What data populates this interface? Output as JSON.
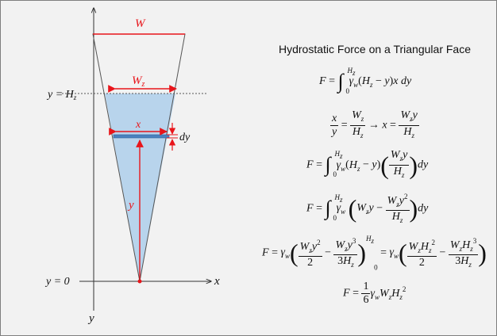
{
  "title": "Hydrostatic Force on a Triangular Face",
  "labels": {
    "W": "W",
    "Wz": "W",
    "Wz_sub": "z",
    "y_eq_Hz": "y = H",
    "Hz_sub": "z",
    "x_small": "x",
    "dy": "dy",
    "y_mid": "y",
    "y_eq_0": "y = 0",
    "x_axis": "x",
    "y_axis": "y"
  },
  "colors": {
    "fluid": "#b8d4ec",
    "strip": "#4a82c0",
    "dimension": "#e8151b",
    "outline": "#555555"
  },
  "equations": {
    "eq1": "F = ∫₀^Hz γw(Hz − y)x dy",
    "eq2": "x/y = Wz/Hz → x = Wz y/Hz",
    "eq3": "F = ∫₀^Hz γw(Hz − y)(Wz y/Hz) dy",
    "eq4": "F = ∫₀^Hz γw(Wz y − Wz y²/Hz) dy",
    "eq5": "F = γw(Wz y²/2 − Wz y³/3Hz)|₀^Hz = γw(Wz Hz²/2 − Wz Hz³/3Hz)",
    "eq6": "F = 1/6 γw Wz Hz²"
  }
}
